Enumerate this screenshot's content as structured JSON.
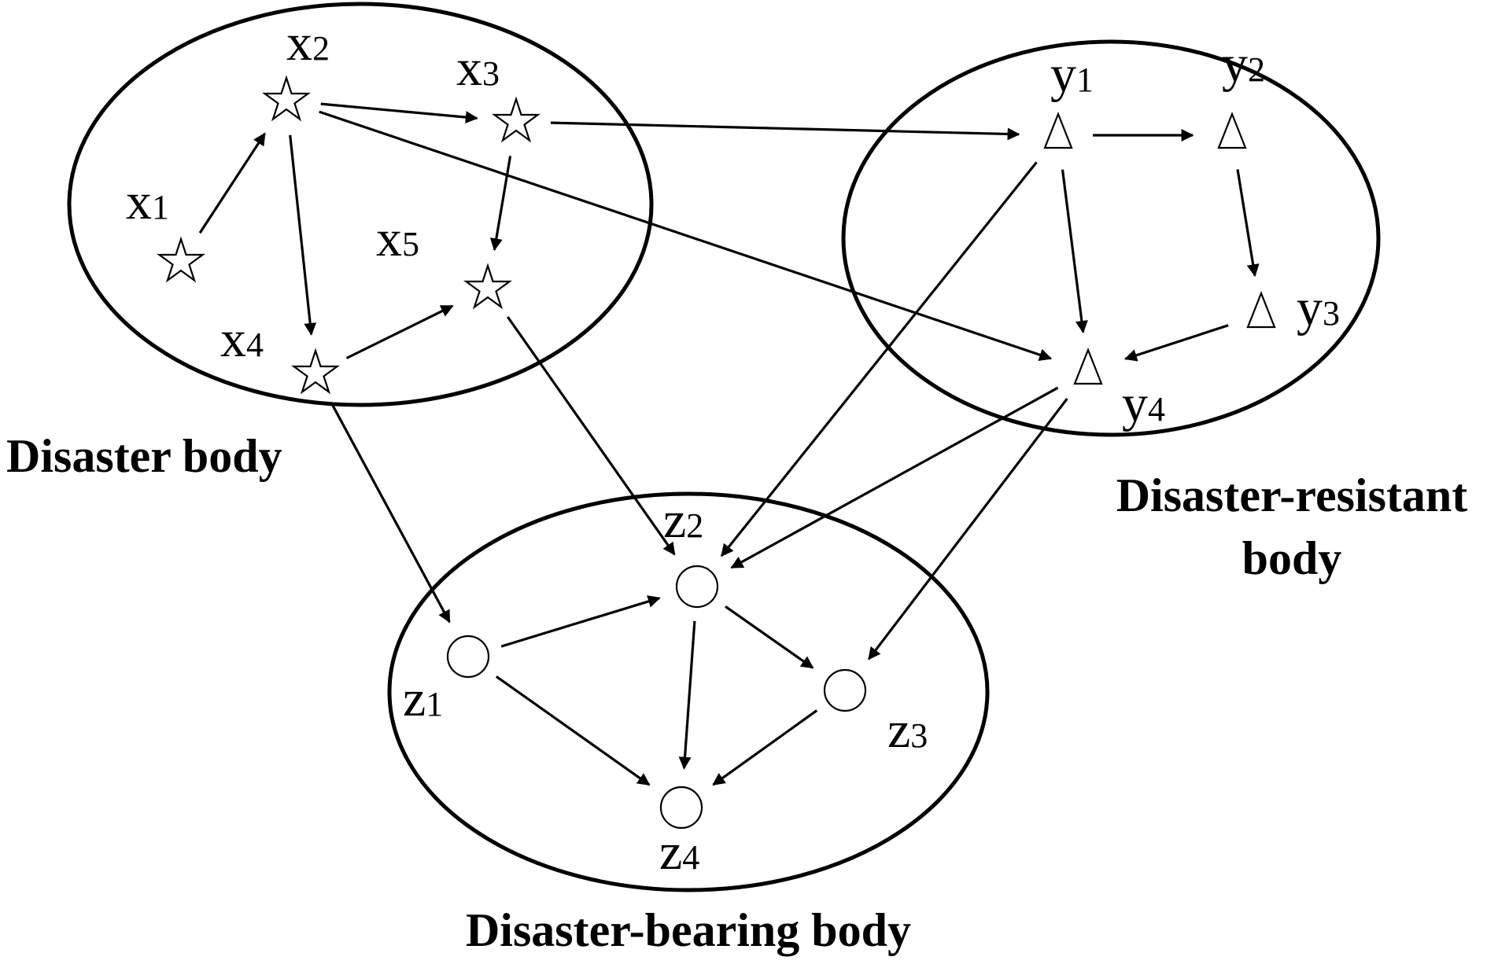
{
  "groups": {
    "disaster_body": {
      "label": "Disaster body"
    },
    "disaster_resistant_body": {
      "label_line1": "Disaster-resistant",
      "label_line2": "body"
    },
    "disaster_bearing_body": {
      "label": "Disaster-bearing body"
    }
  },
  "nodes": {
    "x1": {
      "letter": "x",
      "index": "1",
      "shape": "star"
    },
    "x2": {
      "letter": "x",
      "index": "2",
      "shape": "star"
    },
    "x3": {
      "letter": "x",
      "index": "3",
      "shape": "star"
    },
    "x4": {
      "letter": "x",
      "index": "4",
      "shape": "star"
    },
    "x5": {
      "letter": "x",
      "index": "5",
      "shape": "star"
    },
    "y1": {
      "letter": "y",
      "index": "1",
      "shape": "triangle"
    },
    "y2": {
      "letter": "y",
      "index": "2",
      "shape": "triangle"
    },
    "y3": {
      "letter": "y",
      "index": "3",
      "shape": "triangle"
    },
    "y4": {
      "letter": "y",
      "index": "4",
      "shape": "triangle"
    },
    "z1": {
      "letter": "z",
      "index": "1",
      "shape": "circle"
    },
    "z2": {
      "letter": "z",
      "index": "2",
      "shape": "circle"
    },
    "z3": {
      "letter": "z",
      "index": "3",
      "shape": "circle"
    },
    "z4": {
      "letter": "z",
      "index": "4",
      "shape": "circle"
    }
  },
  "edges": [
    [
      "x1",
      "x2"
    ],
    [
      "x2",
      "x3"
    ],
    [
      "x2",
      "x4"
    ],
    [
      "x3",
      "x5"
    ],
    [
      "x4",
      "x5"
    ],
    [
      "x3",
      "y1"
    ],
    [
      "x2",
      "y4"
    ],
    [
      "y1",
      "y2"
    ],
    [
      "y2",
      "y3"
    ],
    [
      "y3",
      "y4"
    ],
    [
      "y1",
      "y4"
    ],
    [
      "y1",
      "z2"
    ],
    [
      "y4",
      "z2"
    ],
    [
      "y4",
      "z3"
    ],
    [
      "x4",
      "z1"
    ],
    [
      "x5",
      "z2"
    ],
    [
      "z1",
      "z2"
    ],
    [
      "z1",
      "z4"
    ],
    [
      "z2",
      "z3"
    ],
    [
      "z2",
      "z4"
    ],
    [
      "z3",
      "z4"
    ]
  ]
}
